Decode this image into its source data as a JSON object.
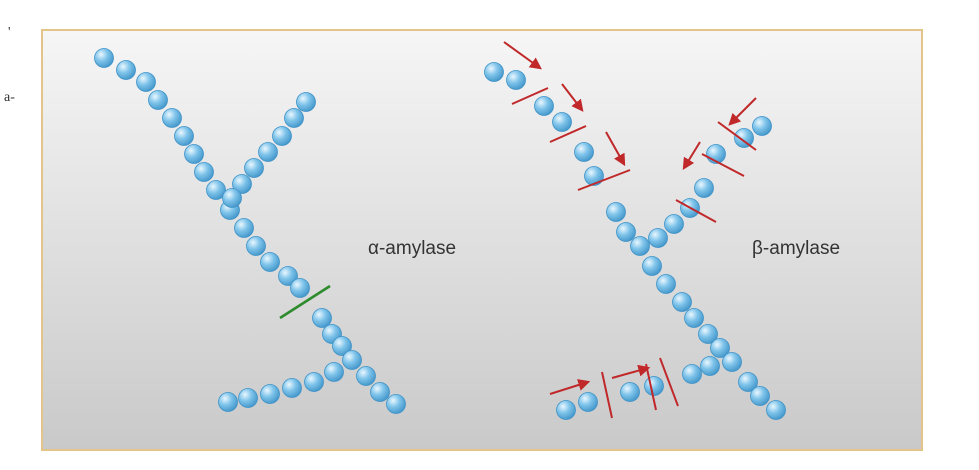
{
  "labels": {
    "alpha": "α-amylase",
    "beta": "β-amylase",
    "margin_fragment": "a-",
    "corner_mark": "'"
  },
  "colors": {
    "bead_fill": "#7fc4ea",
    "bead_stroke": "#3f93c8",
    "bead_highlight": "#eaf7ff",
    "alpha_cut": "#2e8b2e",
    "beta_cut": "#c0282a",
    "frame_border": "#e3c48a",
    "background_top": "#f6f6f6",
    "background_bottom": "#c9c9c9"
  }
}
